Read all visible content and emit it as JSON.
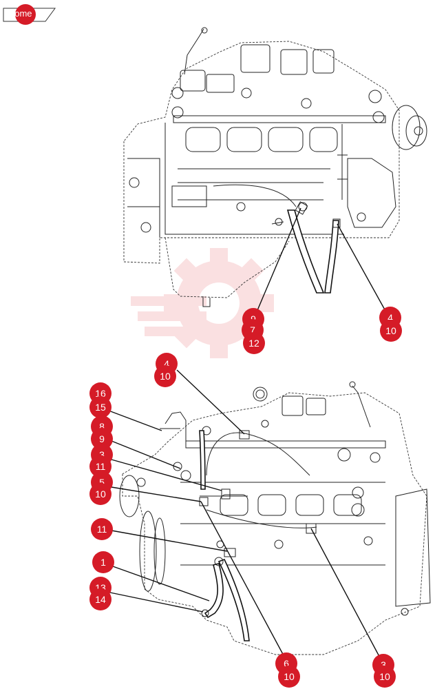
{
  "nav": {
    "home_label": "home"
  },
  "colors": {
    "callout": "#d51b27",
    "watermark": "#f6c7c9",
    "line": "#111111"
  },
  "top_callouts": [
    {
      "label": "9"
    },
    {
      "label": "7"
    },
    {
      "label": "12"
    },
    {
      "label": "4"
    },
    {
      "label": "10"
    }
  ],
  "bottom_callouts": [
    {
      "label": "4"
    },
    {
      "label": "10"
    },
    {
      "label": "16"
    },
    {
      "label": "15"
    },
    {
      "label": "8"
    },
    {
      "label": "9"
    },
    {
      "label": "3"
    },
    {
      "label": "11"
    },
    {
      "label": "5"
    },
    {
      "label": "10"
    },
    {
      "label": "11"
    },
    {
      "label": "1"
    },
    {
      "label": "13"
    },
    {
      "label": "14"
    },
    {
      "label": "6"
    },
    {
      "label": "10"
    },
    {
      "label": "3"
    },
    {
      "label": "10"
    }
  ]
}
